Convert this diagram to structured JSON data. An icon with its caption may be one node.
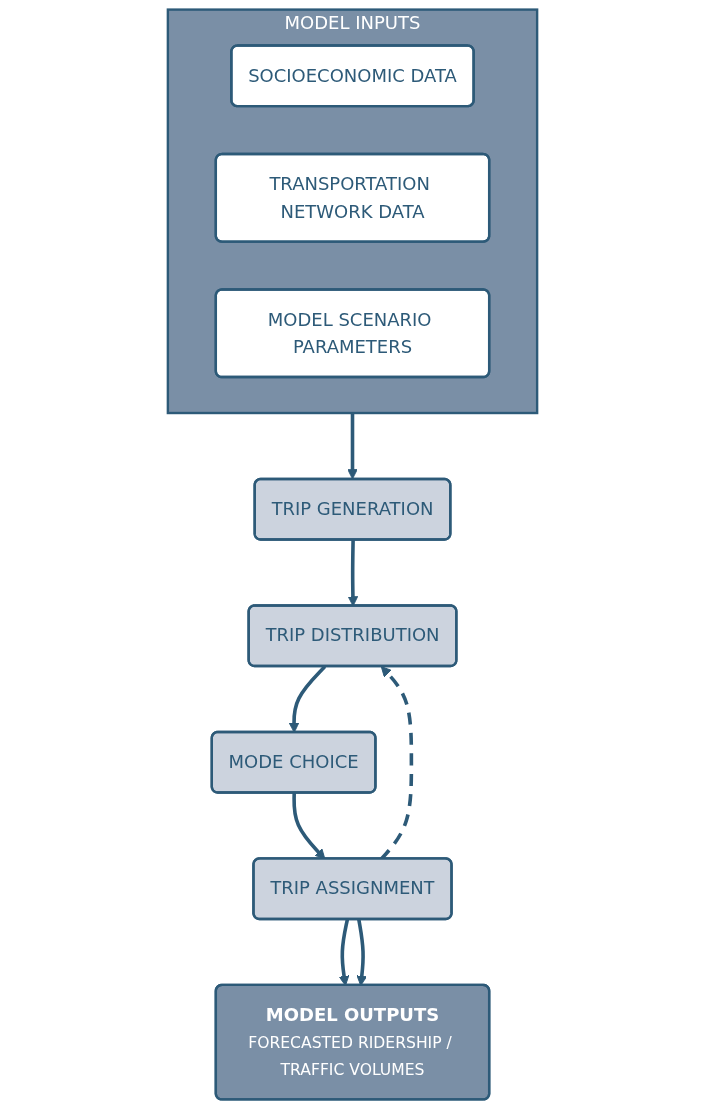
{
  "diagram": {
    "nodes": [
      {
        "text": [
          "MODEL INPUTS"
        ]
      },
      {
        "text": [
          "SOCIOECONOMIC DATA"
        ],
        "in": 0
      },
      {
        "text": [
          "TRANSPORTATION NETWORK DATA"
        ],
        "in": 0
      },
      {
        "text": [
          "MODEL SCENARIO PARAMETERS"
        ],
        "in": 0
      },
      {
        "text": [
          "TRIP GENERATION"
        ]
      },
      {
        "text": [
          "TRIP DISTRIBUTION"
        ]
      },
      {
        "text": [
          "MODE CHOICE"
        ]
      },
      {
        "text": [
          "TRIP ASSIGNMENT"
        ]
      },
      {
        "text": [
          "MODEL OUTPUTS",
          "FORECASTED RIDERSHIP / TRAFFIC VOLUMES"
        ]
      }
    ],
    "edges": [
      {
        "from": 0,
        "to": 4,
        "arrow": "to"
      },
      {
        "from": 4,
        "to": 5,
        "arrow": "to"
      },
      {
        "from": 5,
        "to": 6,
        "arrow": "to"
      },
      {
        "from": 6,
        "to": 7,
        "arrow": "to"
      },
      {
        "from": 7,
        "to": 5,
        "arrow": "to",
        "style": "dashed"
      },
      {
        "from": 7,
        "to": 8,
        "arrow": "to"
      },
      {
        "from": 7,
        "to": 8,
        "arrow": "to"
      }
    ]
  }
}
